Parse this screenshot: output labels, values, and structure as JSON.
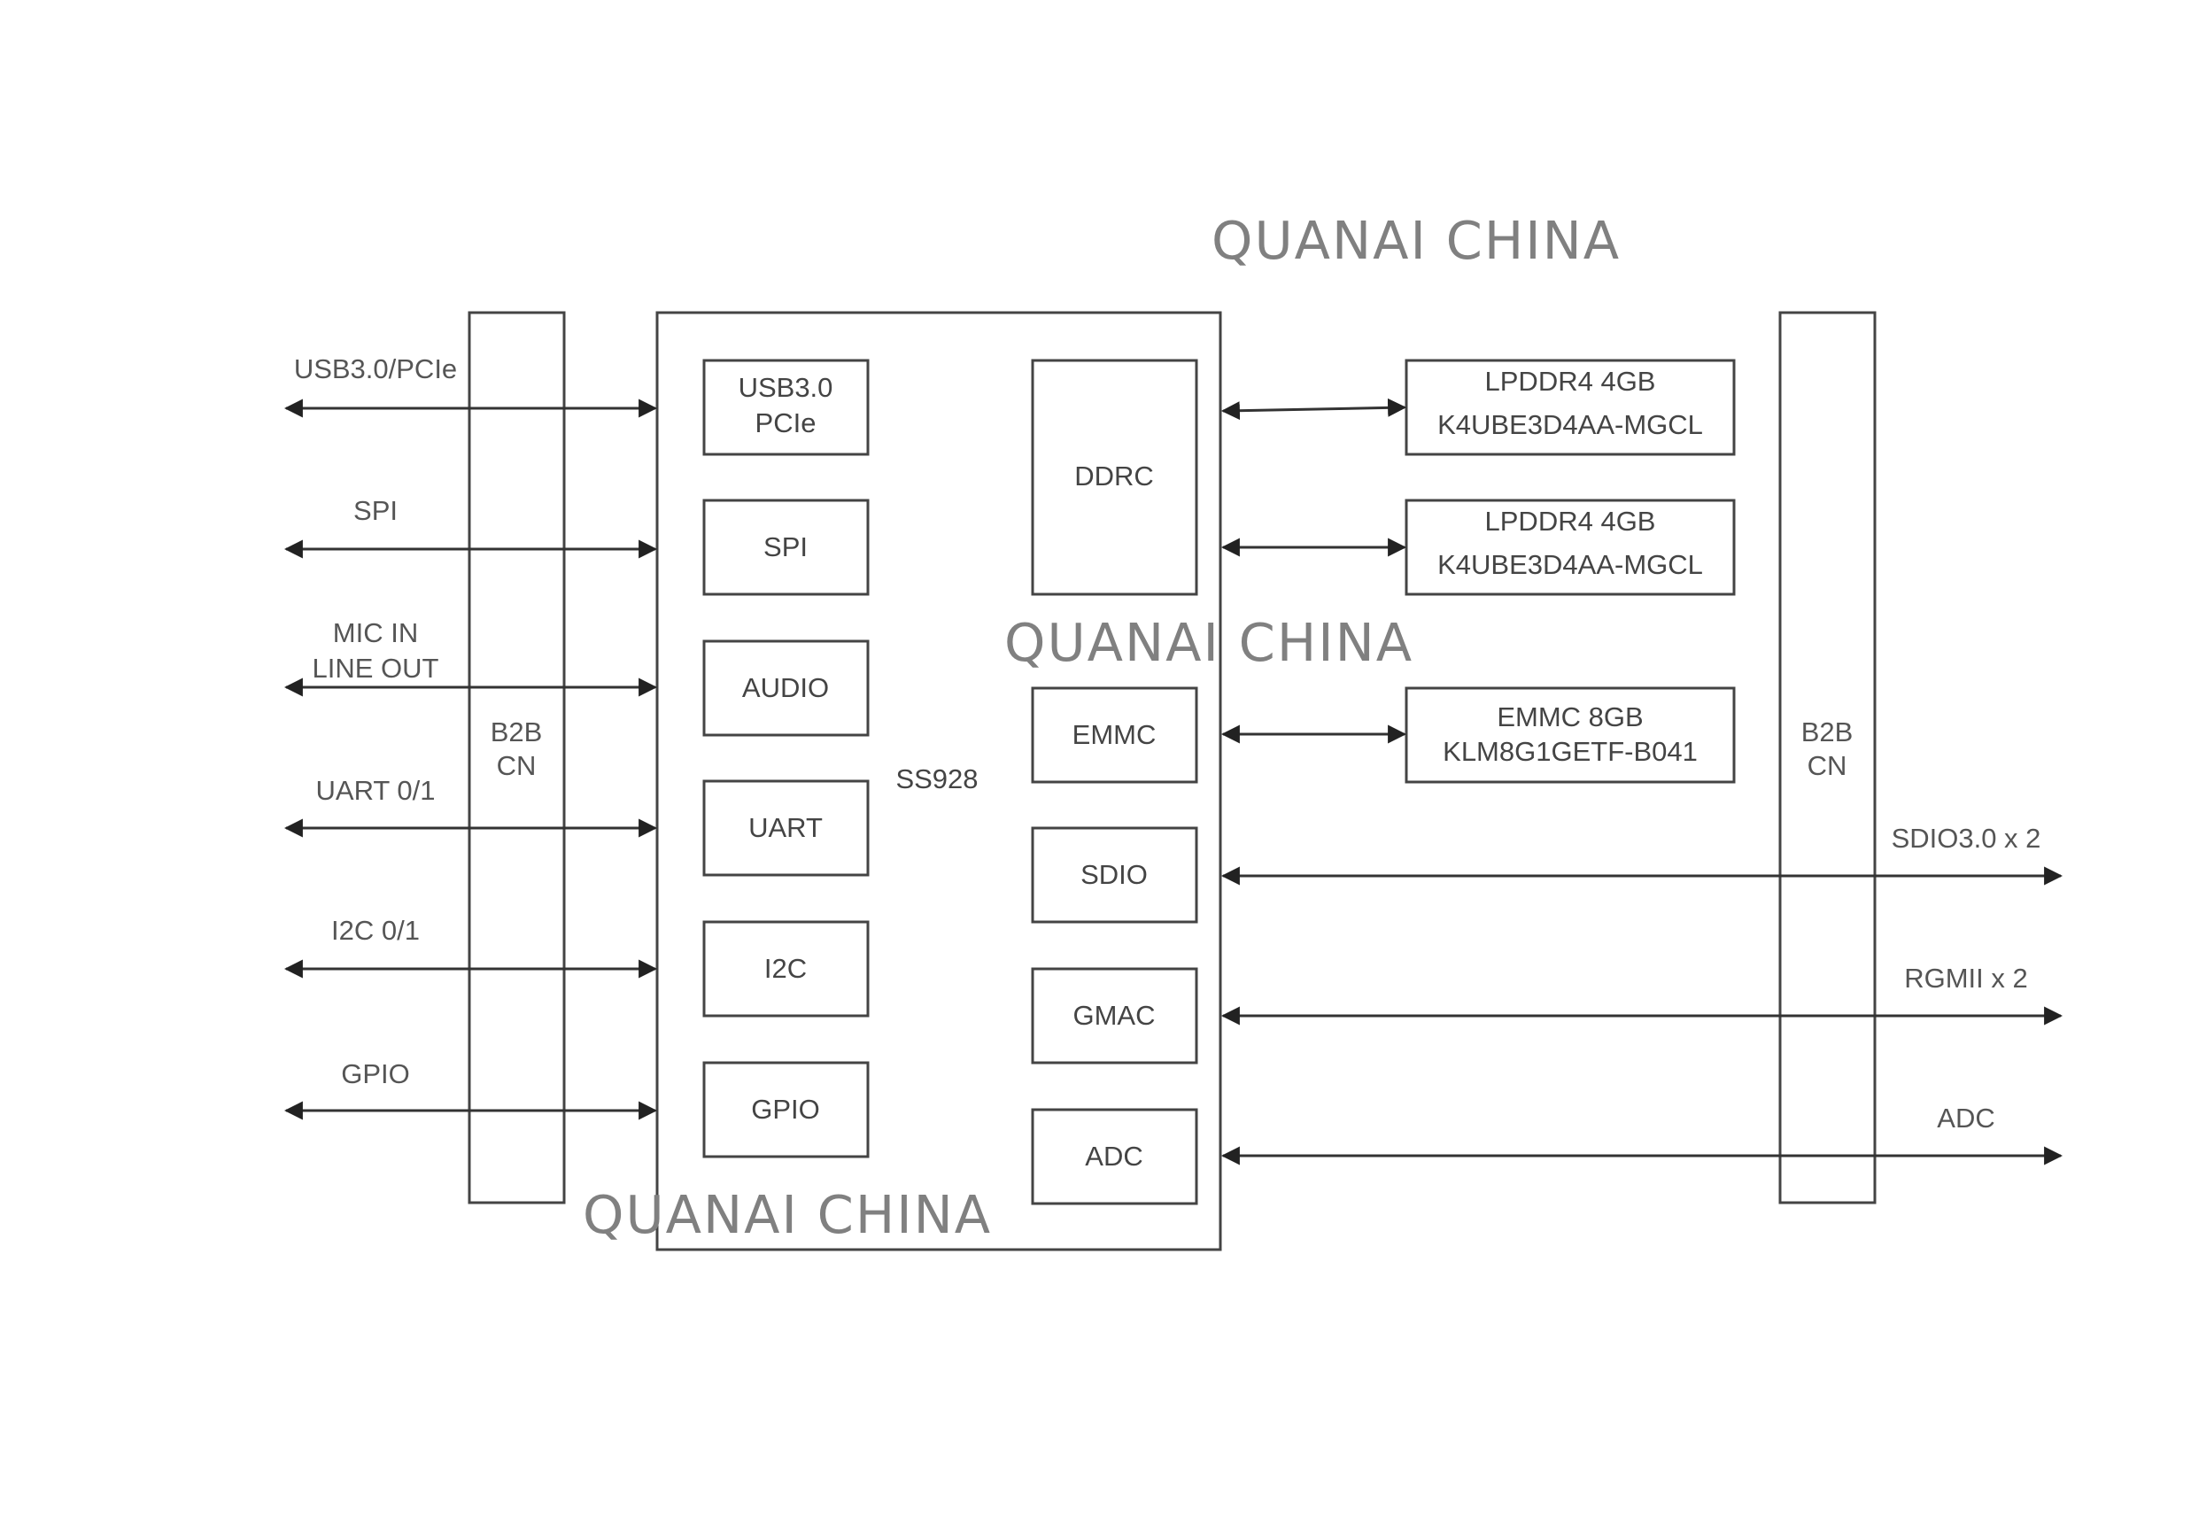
{
  "watermarks": [
    "QUANAI CHINA",
    "QUANAI CHINA",
    "QUANAI CHINA"
  ],
  "b2b_left": {
    "line1": "B2B",
    "line2": "CN"
  },
  "b2b_right": {
    "line1": "B2B",
    "line2": "CN"
  },
  "soc": {
    "label": "SS928"
  },
  "left_modules": [
    {
      "lines": [
        "USB3.0",
        "PCIe"
      ]
    },
    {
      "lines": [
        "SPI"
      ]
    },
    {
      "lines": [
        "AUDIO"
      ]
    },
    {
      "lines": [
        "UART"
      ]
    },
    {
      "lines": [
        "I2C"
      ]
    },
    {
      "lines": [
        "GPIO"
      ]
    }
  ],
  "left_signals": [
    {
      "lines": [
        "USB3.0/PCIe"
      ]
    },
    {
      "lines": [
        "SPI"
      ]
    },
    {
      "lines": [
        "MIC IN",
        "LINE OUT"
      ]
    },
    {
      "lines": [
        "UART 0/1"
      ]
    },
    {
      "lines": [
        "I2C 0/1"
      ]
    },
    {
      "lines": [
        "GPIO"
      ]
    }
  ],
  "right_modules": {
    "ddrc": "DDRC",
    "emmc": "EMMC",
    "sdio": "SDIO",
    "gmac": "GMAC",
    "adc": "ADC"
  },
  "memory_chips": [
    {
      "line1": "LPDDR4 4GB",
      "line2": "K4UBE3D4AA-MGCL"
    },
    {
      "line1": "LPDDR4 4GB",
      "line2": "K4UBE3D4AA-MGCL"
    },
    {
      "line1": "EMMC 8GB",
      "line2": "KLM8G1GETF-B041"
    }
  ],
  "right_signals": {
    "sdio": "SDIO3.0 x 2",
    "gmac": "RGMII x 2",
    "adc": "ADC"
  }
}
